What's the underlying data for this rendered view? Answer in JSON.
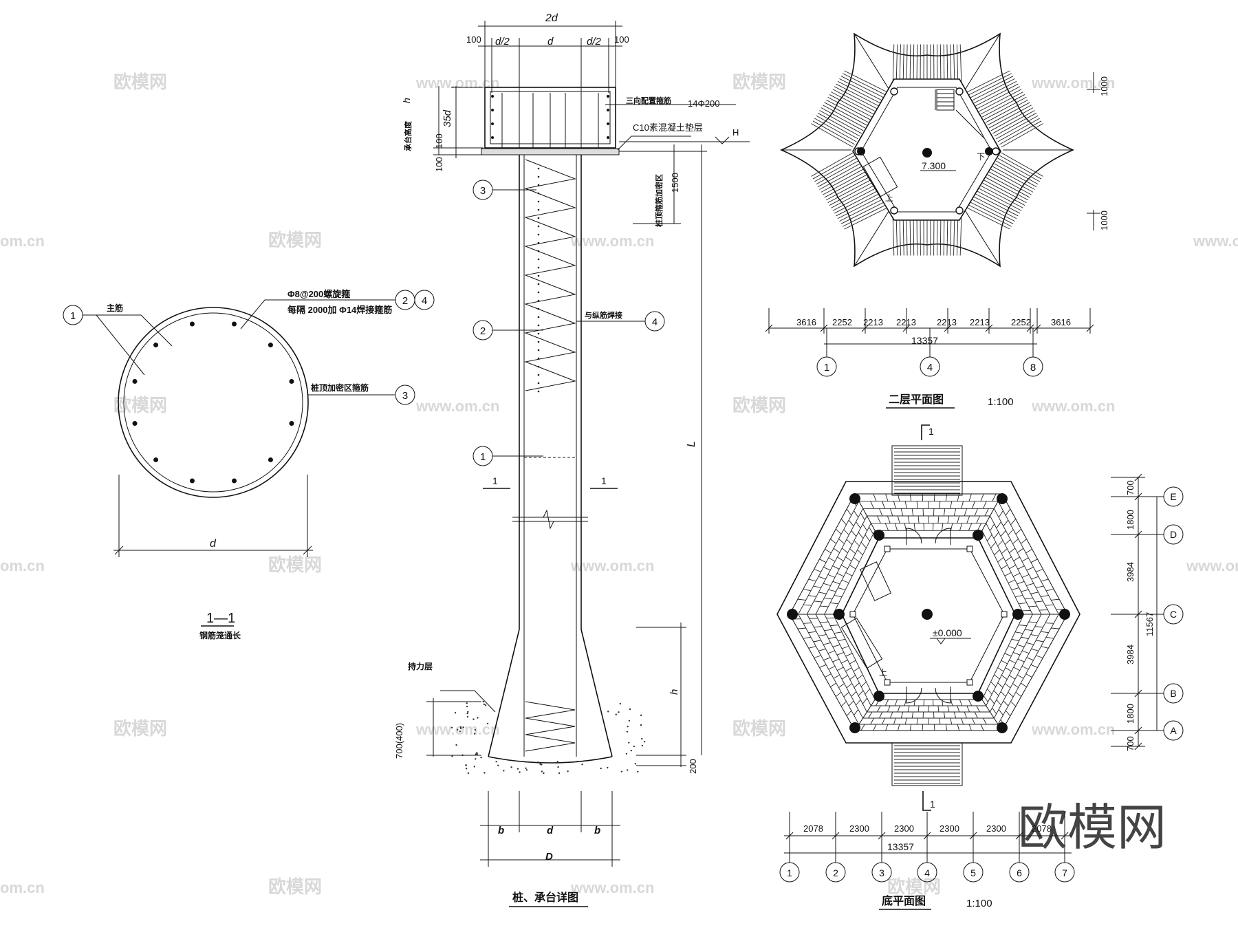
{
  "watermarks": {
    "brand_cn": "欧模网",
    "site": "www.om.cn",
    "site_cut": "om.cn"
  },
  "section_1_1": {
    "title": "1—1",
    "subtitle": "钢筋笼通长",
    "dim_d": "d",
    "label_main_bar": "主筋",
    "label_spiral": "Φ8@200螺旋箍",
    "label_every": "每隔 2000加 Φ14焊接箍筋",
    "label_dense": "桩顶加密区箍筋",
    "circles": [
      "1",
      "2",
      "4",
      "3"
    ]
  },
  "pile_detail": {
    "title": "桩、承台详图",
    "dim_top": "2d",
    "dim_100_l": "100",
    "dim_d2_l": "d/2",
    "dim_d": "d",
    "dim_d2_r": "d/2",
    "dim_100_r": "100",
    "dim_h": "h",
    "dim_35d": "35d",
    "dim_100a": "100",
    "dim_100b": "100",
    "label_cap_height": "承台高度",
    "label_3way": "三向配置箍筋",
    "label_14": "14Φ200",
    "label_c10": "C10素混凝土垫层",
    "label_H": "H",
    "dim_1500": "1500",
    "label_dense_zone": "桩顶箍筋加密区",
    "label_weld": "与纵筋焊接",
    "dim_L": "L",
    "cut_1": "1",
    "label_bearing": "持力层",
    "dim_700": "700(400)",
    "dim_h2": "h",
    "dim_200": "200",
    "dim_b1": "b",
    "dim_d_bot": "d",
    "dim_b2": "b",
    "dim_D": "D",
    "circles": [
      "3",
      "2",
      "4",
      "1"
    ]
  },
  "plan_2f": {
    "title": "二层平面图",
    "scale": "1:100",
    "elev": "7.300",
    "dims_top": [
      "3616",
      "2252",
      "2213",
      "2213",
      "2213",
      "2213",
      "2252",
      "3616"
    ],
    "dim_total": "13357",
    "dim_1000a": "1000",
    "dim_1000b": "1000",
    "axes": [
      "1",
      "4",
      "8"
    ],
    "up": "上",
    "down": "下"
  },
  "plan_gf": {
    "title": "底平面图",
    "scale": "1:100",
    "elev": "±0.000",
    "dims_bottom": [
      "2078",
      "2300",
      "2300",
      "2300",
      "2300",
      "2078"
    ],
    "dim_total": "13357",
    "axes": [
      "1",
      "2",
      "3",
      "4",
      "5",
      "6",
      "7"
    ],
    "dims_side": [
      "700",
      "1800",
      "3984",
      "3984",
      "1800",
      "700"
    ],
    "dim_side_total": "11567",
    "axes_side": [
      "E",
      "D",
      "C",
      "B",
      "A"
    ],
    "section_mark": "1",
    "up": "上"
  }
}
